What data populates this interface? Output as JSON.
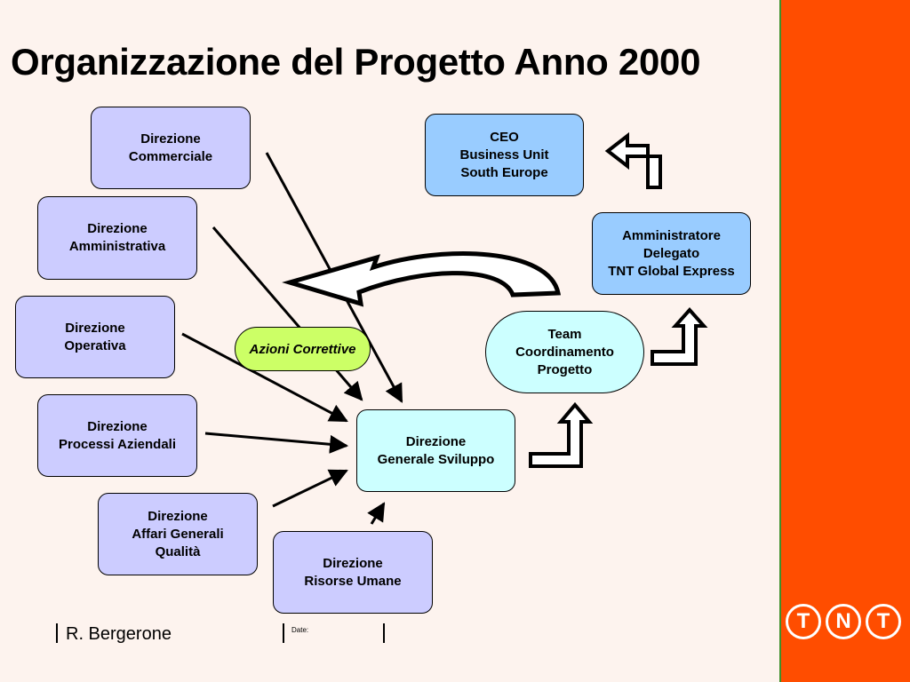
{
  "title": "Organizzazione del Progetto Anno 2000",
  "boxes": {
    "commerciale": [
      "Direzione",
      "Commerciale"
    ],
    "amministrativa": [
      "Direzione",
      "Amministrativa"
    ],
    "operativa": [
      "Direzione",
      "Operativa"
    ],
    "processi": [
      "Direzione",
      "Processi Aziendali"
    ],
    "affari": [
      "Direzione",
      "Affari Generali",
      "Qualità"
    ],
    "risorse": [
      "Direzione",
      "Risorse Umane"
    ],
    "generale": [
      "Direzione",
      "Generale Sviluppo"
    ],
    "team": [
      "Team",
      "Coordinamento",
      "Progetto"
    ],
    "amministratore": [
      "Amministratore",
      "Delegato",
      "TNT Global Express"
    ],
    "ceo": [
      "CEO",
      "Business Unit",
      "South Europe"
    ]
  },
  "azioni": "Azioni Correttive",
  "footer": {
    "author": "R. Bergerone",
    "date_label": "Date:"
  },
  "logo": [
    "T",
    "N",
    "T"
  ],
  "colors": {
    "sidebar": "#ff4d00",
    "sidebar_border": "#3f8f2a",
    "lavender_box": "#ccccff",
    "blue_box": "#99ccff",
    "cyan_box": "#ccffff",
    "green_pill": "#ccff66",
    "background": "#fdf3ee"
  }
}
